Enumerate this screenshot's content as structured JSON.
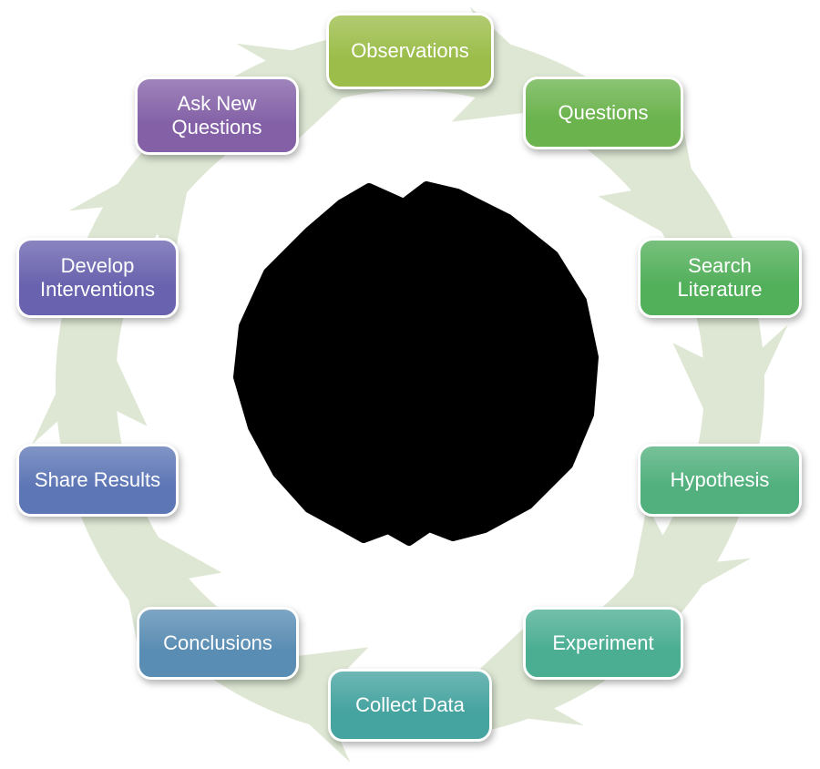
{
  "diagram": {
    "name": "scientific-method-cycle",
    "steps": [
      {
        "label": "Observations",
        "color": "#9cbd4a"
      },
      {
        "label": "Questions",
        "color": "#6bb34d"
      },
      {
        "label": "Search Literature",
        "color": "#52af5a"
      },
      {
        "label": "Hypothesis",
        "color": "#51b07d"
      },
      {
        "label": "Experiment",
        "color": "#4bae92"
      },
      {
        "label": "Collect Data",
        "color": "#45a3a0"
      },
      {
        "label": "Conclusions",
        "color": "#5a8db3"
      },
      {
        "label": "Share Results",
        "color": "#5d76b5"
      },
      {
        "label": "Develop Interventions",
        "color": "#6962ae"
      },
      {
        "label": "Ask New Questions",
        "color": "#8461a7"
      }
    ],
    "colors": {
      "ring": "#dde7d3",
      "center_blob": "#000000",
      "box_text": "#ffffff"
    },
    "center": {
      "description": "blacked-out center area"
    }
  }
}
